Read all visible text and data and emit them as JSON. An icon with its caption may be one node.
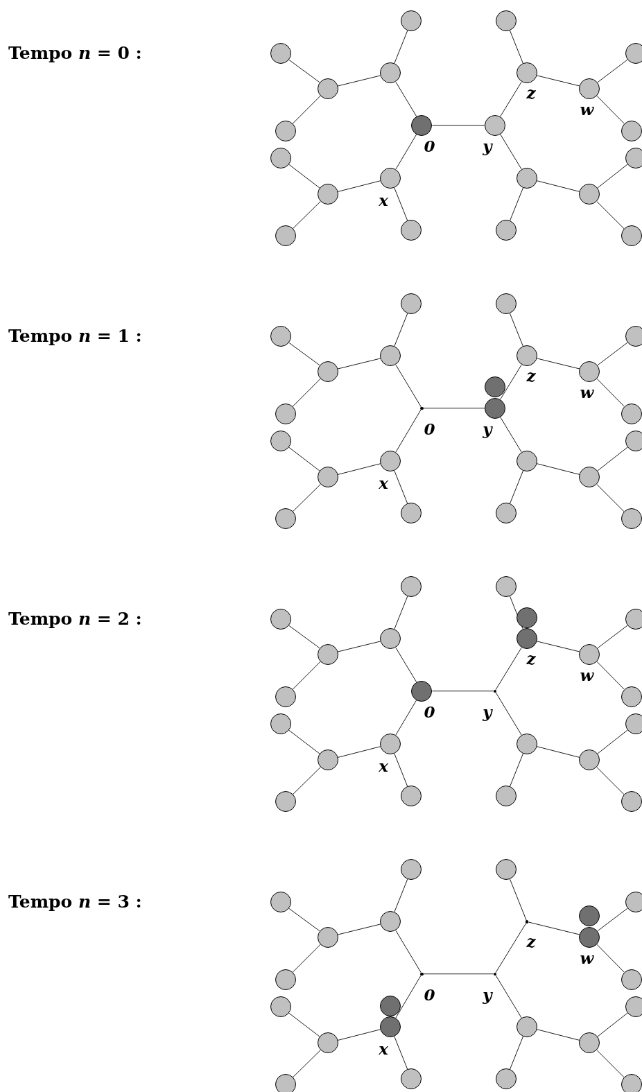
{
  "diagram": {
    "nodes": [
      {
        "text": [],
        "shape": "circle",
        "beside": [
          "0"
        ]
      },
      {
        "text": [],
        "shape": "circle",
        "beside": [
          "y"
        ]
      },
      {
        "text": [],
        "shape": "circle"
      },
      {
        "text": [],
        "shape": "circle"
      },
      {
        "text": [],
        "shape": "circle"
      },
      {
        "text": [],
        "shape": "circle"
      },
      {
        "text": [],
        "shape": "circle"
      },
      {
        "text": [],
        "shape": "circle",
        "beside": [
          "x"
        ]
      },
      {
        "text": [],
        "shape": "circle"
      },
      {
        "text": [],
        "shape": "circle"
      },
      {
        "text": [],
        "shape": "circle"
      },
      {
        "text": [],
        "shape": "circle"
      },
      {
        "text": [],
        "shape": "circle",
        "beside": [
          "z"
        ]
      },
      {
        "text": [],
        "shape": "circle"
      },
      {
        "text": [],
        "shape": "circle",
        "beside": [
          "w"
        ]
      },
      {
        "text": [],
        "shape": "circle"
      },
      {
        "text": [],
        "shape": "circle"
      },
      {
        "text": [],
        "shape": "circle"
      },
      {
        "text": [],
        "shape": "circle"
      },
      {
        "text": [],
        "shape": "circle"
      },
      {
        "text": [],
        "shape": "circle"
      },
      {
        "text": [],
        "shape": "circle"
      },
      {
        "text": [],
        "shape": "dot",
        "beside": [
          "0"
        ]
      },
      {
        "text": [],
        "shape": "circle",
        "beside": [
          "y"
        ]
      },
      {
        "text": [],
        "shape": "circle"
      },
      {
        "text": [],
        "shape": "circle"
      },
      {
        "text": [],
        "shape": "circle"
      },
      {
        "text": [],
        "shape": "circle"
      },
      {
        "text": [],
        "shape": "circle"
      },
      {
        "text": [],
        "shape": "circle",
        "beside": [
          "x"
        ]
      },
      {
        "text": [],
        "shape": "circle"
      },
      {
        "text": [],
        "shape": "circle"
      },
      {
        "text": [],
        "shape": "circle"
      },
      {
        "text": [],
        "shape": "circle"
      },
      {
        "text": [],
        "shape": "circle",
        "beside": [
          "z"
        ]
      },
      {
        "text": [],
        "shape": "circle"
      },
      {
        "text": [],
        "shape": "circle",
        "beside": [
          "w"
        ]
      },
      {
        "text": [],
        "shape": "circle"
      },
      {
        "text": [],
        "shape": "circle"
      },
      {
        "text": [],
        "shape": "circle"
      },
      {
        "text": [],
        "shape": "circle"
      },
      {
        "text": [],
        "shape": "circle"
      },
      {
        "text": [],
        "shape": "circle"
      },
      {
        "text": [],
        "shape": "circle"
      },
      {
        "text": [],
        "shape": "circle"
      },
      {
        "text": [],
        "shape": "circle",
        "beside": [
          "0"
        ]
      },
      {
        "text": [],
        "shape": "dot",
        "beside": [
          "y"
        ]
      },
      {
        "text": [],
        "shape": "circle"
      },
      {
        "text": [],
        "shape": "circle"
      },
      {
        "text": [],
        "shape": "circle"
      },
      {
        "text": [],
        "shape": "circle"
      },
      {
        "text": [],
        "shape": "circle"
      },
      {
        "text": [],
        "shape": "circle",
        "beside": [
          "x"
        ]
      },
      {
        "text": [],
        "shape": "circle"
      },
      {
        "text": [],
        "shape": "circle"
      },
      {
        "text": [],
        "shape": "circle"
      },
      {
        "text": [],
        "shape": "circle"
      },
      {
        "text": [],
        "shape": "circle",
        "beside": [
          "z"
        ]
      },
      {
        "text": [],
        "shape": "circle"
      },
      {
        "text": [],
        "shape": "circle",
        "beside": [
          "w"
        ]
      },
      {
        "text": [],
        "shape": "circle"
      },
      {
        "text": [],
        "shape": "circle"
      },
      {
        "text": [],
        "shape": "circle"
      },
      {
        "text": [],
        "shape": "circle"
      },
      {
        "text": [],
        "shape": "circle"
      },
      {
        "text": [],
        "shape": "circle"
      },
      {
        "text": [],
        "shape": "circle"
      },
      {
        "text": [],
        "shape": "circle"
      },
      {
        "text": [],
        "shape": "dot",
        "beside": [
          "0"
        ]
      },
      {
        "text": [],
        "shape": "dot",
        "beside": [
          "y"
        ]
      },
      {
        "text": [],
        "shape": "circle"
      },
      {
        "text": [],
        "shape": "circle"
      },
      {
        "text": [],
        "shape": "circle"
      },
      {
        "text": [],
        "shape": "circle"
      },
      {
        "text": [],
        "shape": "circle"
      },
      {
        "text": [],
        "shape": "circle",
        "beside": [
          "x"
        ]
      },
      {
        "text": [],
        "shape": "circle"
      },
      {
        "text": [],
        "shape": "circle"
      },
      {
        "text": [],
        "shape": "circle"
      },
      {
        "text": [],
        "shape": "circle"
      },
      {
        "text": [],
        "shape": "dot",
        "beside": [
          "z"
        ]
      },
      {
        "text": [],
        "shape": "circle"
      },
      {
        "text": [],
        "shape": "circle",
        "beside": [
          "w"
        ]
      },
      {
        "text": [],
        "shape": "circle"
      },
      {
        "text": [],
        "shape": "circle"
      },
      {
        "text": [],
        "shape": "circle"
      },
      {
        "text": [],
        "shape": "circle"
      },
      {
        "text": [],
        "shape": "circle"
      },
      {
        "text": [],
        "shape": "circle"
      },
      {
        "text": [],
        "shape": "circle"
      },
      {
        "text": [],
        "shape": "circle"
      },
      {
        "text": [],
        "shape": "circle"
      }
    ],
    "edges": [
      {
        "from": 0,
        "to": 1,
        "arrow": "none"
      },
      {
        "from": 0,
        "to": 2,
        "arrow": "none"
      },
      {
        "from": 2,
        "to": 3,
        "arrow": "none"
      },
      {
        "from": 2,
        "to": 4,
        "arrow": "none"
      },
      {
        "from": 4,
        "to": 5,
        "arrow": "none"
      },
      {
        "from": 4,
        "to": 6,
        "arrow": "none"
      },
      {
        "from": 0,
        "to": 7,
        "arrow": "none"
      },
      {
        "from": 7,
        "to": 8,
        "arrow": "none"
      },
      {
        "from": 7,
        "to": 9,
        "arrow": "none"
      },
      {
        "from": 9,
        "to": 10,
        "arrow": "none"
      },
      {
        "from": 9,
        "to": 11,
        "arrow": "none"
      },
      {
        "from": 1,
        "to": 12,
        "arrow": "none"
      },
      {
        "from": 12,
        "to": 13,
        "arrow": "none"
      },
      {
        "from": 12,
        "to": 14,
        "arrow": "none"
      },
      {
        "from": 14,
        "to": 15,
        "arrow": "none"
      },
      {
        "from": 14,
        "to": 16,
        "arrow": "none"
      },
      {
        "from": 1,
        "to": 17,
        "arrow": "none"
      },
      {
        "from": 17,
        "to": 18,
        "arrow": "none"
      },
      {
        "from": 17,
        "to": 19,
        "arrow": "none"
      },
      {
        "from": 19,
        "to": 20,
        "arrow": "none"
      },
      {
        "from": 19,
        "to": 21,
        "arrow": "none"
      },
      {
        "from": 22,
        "to": 23,
        "arrow": "none"
      },
      {
        "from": 22,
        "to": 24,
        "arrow": "none"
      },
      {
        "from": 24,
        "to": 25,
        "arrow": "none"
      },
      {
        "from": 24,
        "to": 26,
        "arrow": "none"
      },
      {
        "from": 26,
        "to": 27,
        "arrow": "none"
      },
      {
        "from": 26,
        "to": 28,
        "arrow": "none"
      },
      {
        "from": 22,
        "to": 29,
        "arrow": "none"
      },
      {
        "from": 29,
        "to": 30,
        "arrow": "none"
      },
      {
        "from": 29,
        "to": 31,
        "arrow": "none"
      },
      {
        "from": 31,
        "to": 32,
        "arrow": "none"
      },
      {
        "from": 31,
        "to": 33,
        "arrow": "none"
      },
      {
        "from": 23,
        "to": 34,
        "arrow": "none"
      },
      {
        "from": 34,
        "to": 35,
        "arrow": "none"
      },
      {
        "from": 34,
        "to": 36,
        "arrow": "none"
      },
      {
        "from": 36,
        "to": 37,
        "arrow": "none"
      },
      {
        "from": 36,
        "to": 38,
        "arrow": "none"
      },
      {
        "from": 23,
        "to": 39,
        "arrow": "none"
      },
      {
        "from": 39,
        "to": 40,
        "arrow": "none"
      },
      {
        "from": 39,
        "to": 41,
        "arrow": "none"
      },
      {
        "from": 41,
        "to": 42,
        "arrow": "none"
      },
      {
        "from": 41,
        "to": 43,
        "arrow": "none"
      },
      {
        "from": 45,
        "to": 46,
        "arrow": "none"
      },
      {
        "from": 45,
        "to": 47,
        "arrow": "none"
      },
      {
        "from": 47,
        "to": 48,
        "arrow": "none"
      },
      {
        "from": 47,
        "to": 49,
        "arrow": "none"
      },
      {
        "from": 49,
        "to": 50,
        "arrow": "none"
      },
      {
        "from": 49,
        "to": 51,
        "arrow": "none"
      },
      {
        "from": 45,
        "to": 52,
        "arrow": "none"
      },
      {
        "from": 52,
        "to": 53,
        "arrow": "none"
      },
      {
        "from": 52,
        "to": 54,
        "arrow": "none"
      },
      {
        "from": 54,
        "to": 55,
        "arrow": "none"
      },
      {
        "from": 54,
        "to": 56,
        "arrow": "none"
      },
      {
        "from": 46,
        "to": 57,
        "arrow": "none"
      },
      {
        "from": 57,
        "to": 58,
        "arrow": "none"
      },
      {
        "from": 57,
        "to": 59,
        "arrow": "none"
      },
      {
        "from": 59,
        "to": 60,
        "arrow": "none"
      },
      {
        "from": 59,
        "to": 61,
        "arrow": "none"
      },
      {
        "from": 46,
        "to": 62,
        "arrow": "none"
      },
      {
        "from": 62,
        "to": 63,
        "arrow": "none"
      },
      {
        "from": 62,
        "to": 64,
        "arrow": "none"
      },
      {
        "from": 64,
        "to": 65,
        "arrow": "none"
      },
      {
        "from": 64,
        "to": 66,
        "arrow": "none"
      },
      {
        "from": 68,
        "to": 69,
        "arrow": "none"
      },
      {
        "from": 68,
        "to": 70,
        "arrow": "none"
      },
      {
        "from": 70,
        "to": 71,
        "arrow": "none"
      },
      {
        "from": 70,
        "to": 72,
        "arrow": "none"
      },
      {
        "from": 72,
        "to": 73,
        "arrow": "none"
      },
      {
        "from": 72,
        "to": 74,
        "arrow": "none"
      },
      {
        "from": 68,
        "to": 75,
        "arrow": "none"
      },
      {
        "from": 75,
        "to": 76,
        "arrow": "none"
      },
      {
        "from": 75,
        "to": 77,
        "arrow": "none"
      },
      {
        "from": 77,
        "to": 78,
        "arrow": "none"
      },
      {
        "from": 77,
        "to": 79,
        "arrow": "none"
      },
      {
        "from": 69,
        "to": 80,
        "arrow": "none"
      },
      {
        "from": 80,
        "to": 81,
        "arrow": "none"
      },
      {
        "from": 80,
        "to": 82,
        "arrow": "none"
      },
      {
        "from": 82,
        "to": 83,
        "arrow": "none"
      },
      {
        "from": 82,
        "to": 84,
        "arrow": "none"
      },
      {
        "from": 69,
        "to": 85,
        "arrow": "none"
      },
      {
        "from": 85,
        "to": 86,
        "arrow": "none"
      },
      {
        "from": 85,
        "to": 87,
        "arrow": "none"
      },
      {
        "from": 87,
        "to": 88,
        "arrow": "none"
      },
      {
        "from": 87,
        "to": 89,
        "arrow": "none"
      }
    ],
    "labels": [
      "Tempo *n* = 0 :",
      "Tempo *n* = 1 :",
      "Tempo *n* = 2 :",
      "Tempo *n* = 3 :"
    ]
  }
}
